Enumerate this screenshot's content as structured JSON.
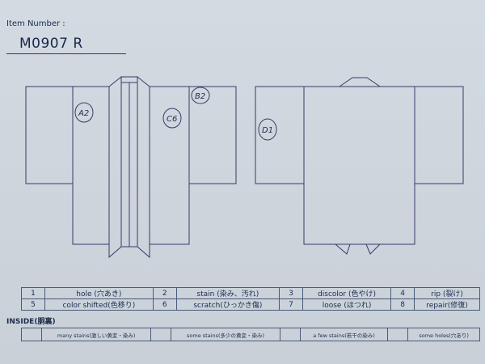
{
  "header": {
    "item_label": "Item Number :",
    "item_number": "M0907   R"
  },
  "diagram": {
    "front_marks": [
      "A2",
      "C6",
      "B2"
    ],
    "back_marks": [
      "D1"
    ]
  },
  "legend": {
    "rows": [
      [
        {
          "num": "1",
          "text": "hole (穴あき)"
        },
        {
          "num": "2",
          "text": "stain (染み、汚れ)"
        },
        {
          "num": "3",
          "text": "discolor (色やけ)"
        },
        {
          "num": "4",
          "text": "rip (裂け)"
        }
      ],
      [
        {
          "num": "5",
          "text": "color shifted(色移り)"
        },
        {
          "num": "6",
          "text": "scratch(ひっかき傷)"
        },
        {
          "num": "7",
          "text": "loose (ほつれ)"
        },
        {
          "num": "8",
          "text": "repair(修復)"
        }
      ]
    ]
  },
  "inside": {
    "label": "INSIDE(胴裏)",
    "items": [
      "many stains(激しい黄変・染み)",
      "some stains(多少の黄変・染み)",
      "a few stains(若干の染み)",
      "some holes(穴あり)"
    ]
  }
}
